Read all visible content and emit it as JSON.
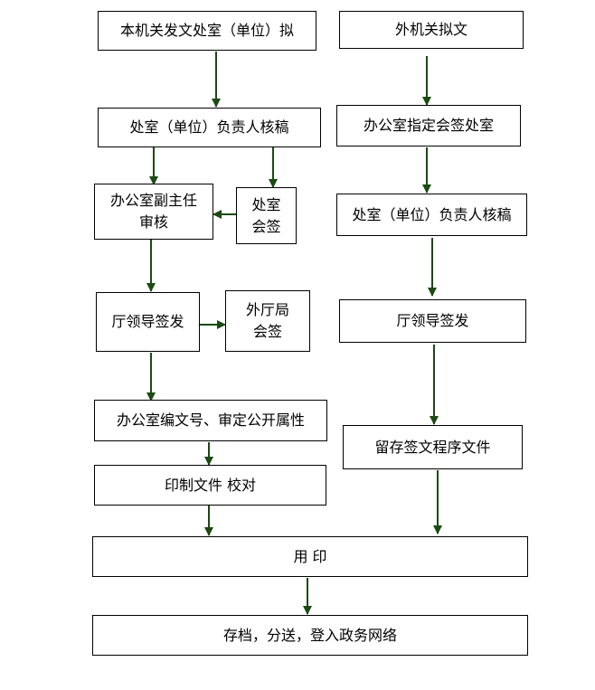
{
  "colors": {
    "arrow": "#1b4a12",
    "border": "#000000",
    "background": "#ffffff"
  },
  "left_column": {
    "draft": "本机关发文处室（单位）拟",
    "head_review": "处室（单位）负责人核稿",
    "deputy_review": "办公室副主任\n审核",
    "dept_cosign": "处室\n会签",
    "leader_sign": "厅领导签发",
    "external_cosign": "外厅局\n会签",
    "numbering": "办公室编文号、审定公开属性",
    "print_proof": "印制文件  校对"
  },
  "right_column": {
    "external_draft": "外机关拟文",
    "assign_cosign": "办公室指定会签处室",
    "head_review": "处室（单位）负责人核稿",
    "leader_sign": "厅领导签发",
    "archive_docs": "留存签文程序文件"
  },
  "bottom": {
    "seal": "用    印",
    "archive_distribute": "存档，分送，登入政务网络"
  }
}
